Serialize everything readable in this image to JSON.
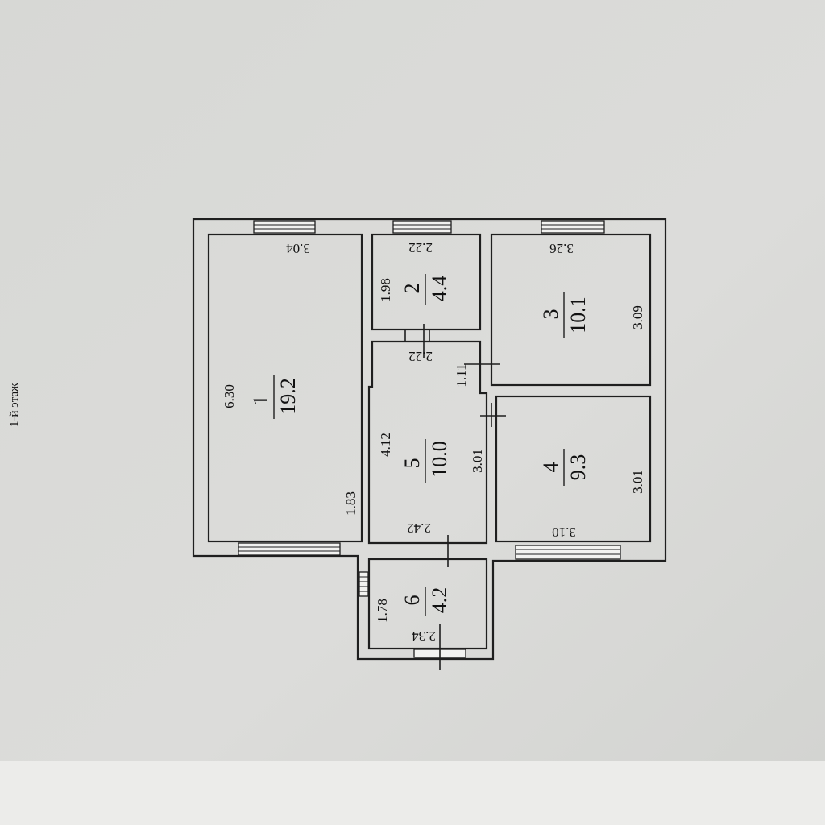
{
  "floor_label": "1-й этаж",
  "rooms": [
    {
      "id": "1",
      "area": "19.2",
      "dims": [
        "3.04",
        "6.30",
        "1.83"
      ]
    },
    {
      "id": "2",
      "area": "4.4",
      "dims": [
        "2.22",
        "1.98"
      ]
    },
    {
      "id": "3",
      "area": "10.1",
      "dims": [
        "3.26",
        "3.09"
      ]
    },
    {
      "id": "4",
      "area": "9.3",
      "dims": [
        "3.10",
        "3.01"
      ]
    },
    {
      "id": "5",
      "area": "10.0",
      "dims": [
        "2.22",
        "4.12",
        "3.01",
        "2.42",
        "1.11"
      ]
    },
    {
      "id": "6",
      "area": "4.2",
      "dims": [
        "1.78",
        "2.34"
      ]
    }
  ],
  "colors": {
    "paper": "#dcdcda",
    "background": "#c9cac6",
    "ink": "#1f1f1f"
  }
}
